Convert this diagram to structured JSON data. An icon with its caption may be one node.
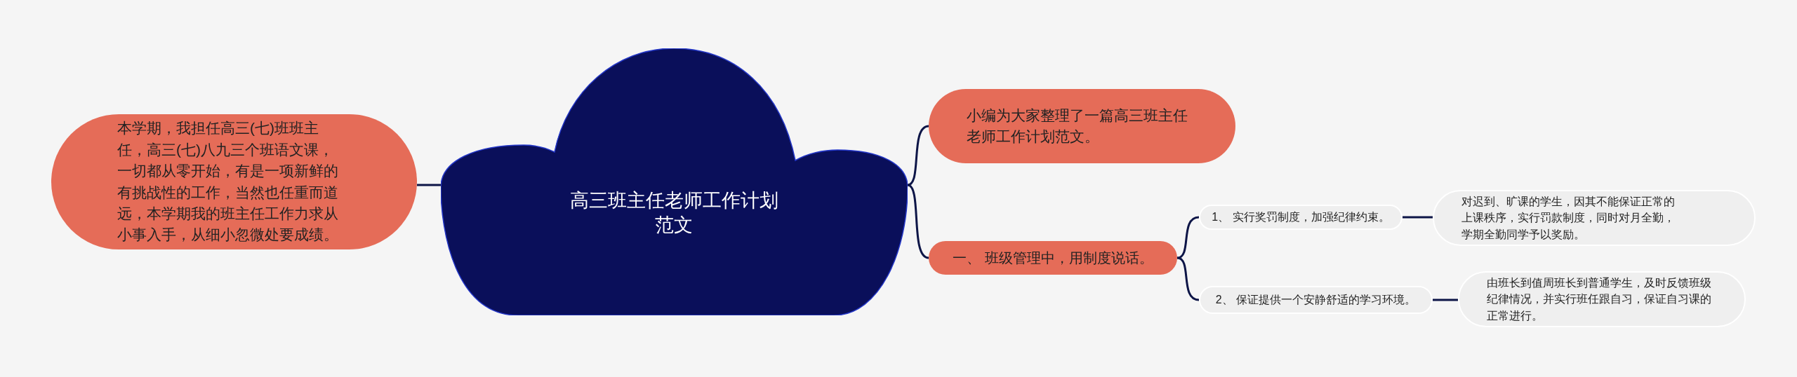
{
  "diagram": {
    "nodes": [
      {
        "text": [
          "高三班主任老师工作计划范文"
        ]
      },
      {
        "text": [
          "本学期，我担任高三(七)班班主任，高三(七)八九三个班语文课，一切都从零开始，有是一项新鲜的有挑战性的工作，当然也任重而道远，本学期我的班主任工作力求从小事入手，从细小忽微处要成绩。"
        ]
      },
      {
        "text": [
          "小编为大家整理了一篇高三班主任老师工作计划范文。"
        ]
      },
      {
        "text": [
          "一、 班级管理中，用制度说话。"
        ]
      },
      {
        "text": [
          "1、 实行奖罚制度，加强纪律约束。"
        ]
      },
      {
        "text": [
          "对迟到、旷课的学生，因其不能保证正常的上课秩序，实行罚款制度，同时对月全勤，学期全勤同学予以奖励。"
        ]
      },
      {
        "text": [
          "2、 保证提供一个安静舒适的学习环境。"
        ]
      },
      {
        "text": [
          "由班长到值周班长到普通学生，及时反馈班级纪律情况，并实行班任跟自习，保证自习课的正常进行。"
        ]
      }
    ],
    "edges": [
      {
        "from": 0,
        "to": 1,
        "arrow": "none"
      },
      {
        "from": 0,
        "to": 2,
        "arrow": "none"
      },
      {
        "from": 0,
        "to": 3,
        "arrow": "none"
      },
      {
        "from": 3,
        "to": 4,
        "arrow": "none"
      },
      {
        "from": 3,
        "to": 6,
        "arrow": "none"
      },
      {
        "from": 4,
        "to": 5,
        "arrow": "none"
      },
      {
        "from": 6,
        "to": 7,
        "arrow": "none"
      }
    ]
  }
}
